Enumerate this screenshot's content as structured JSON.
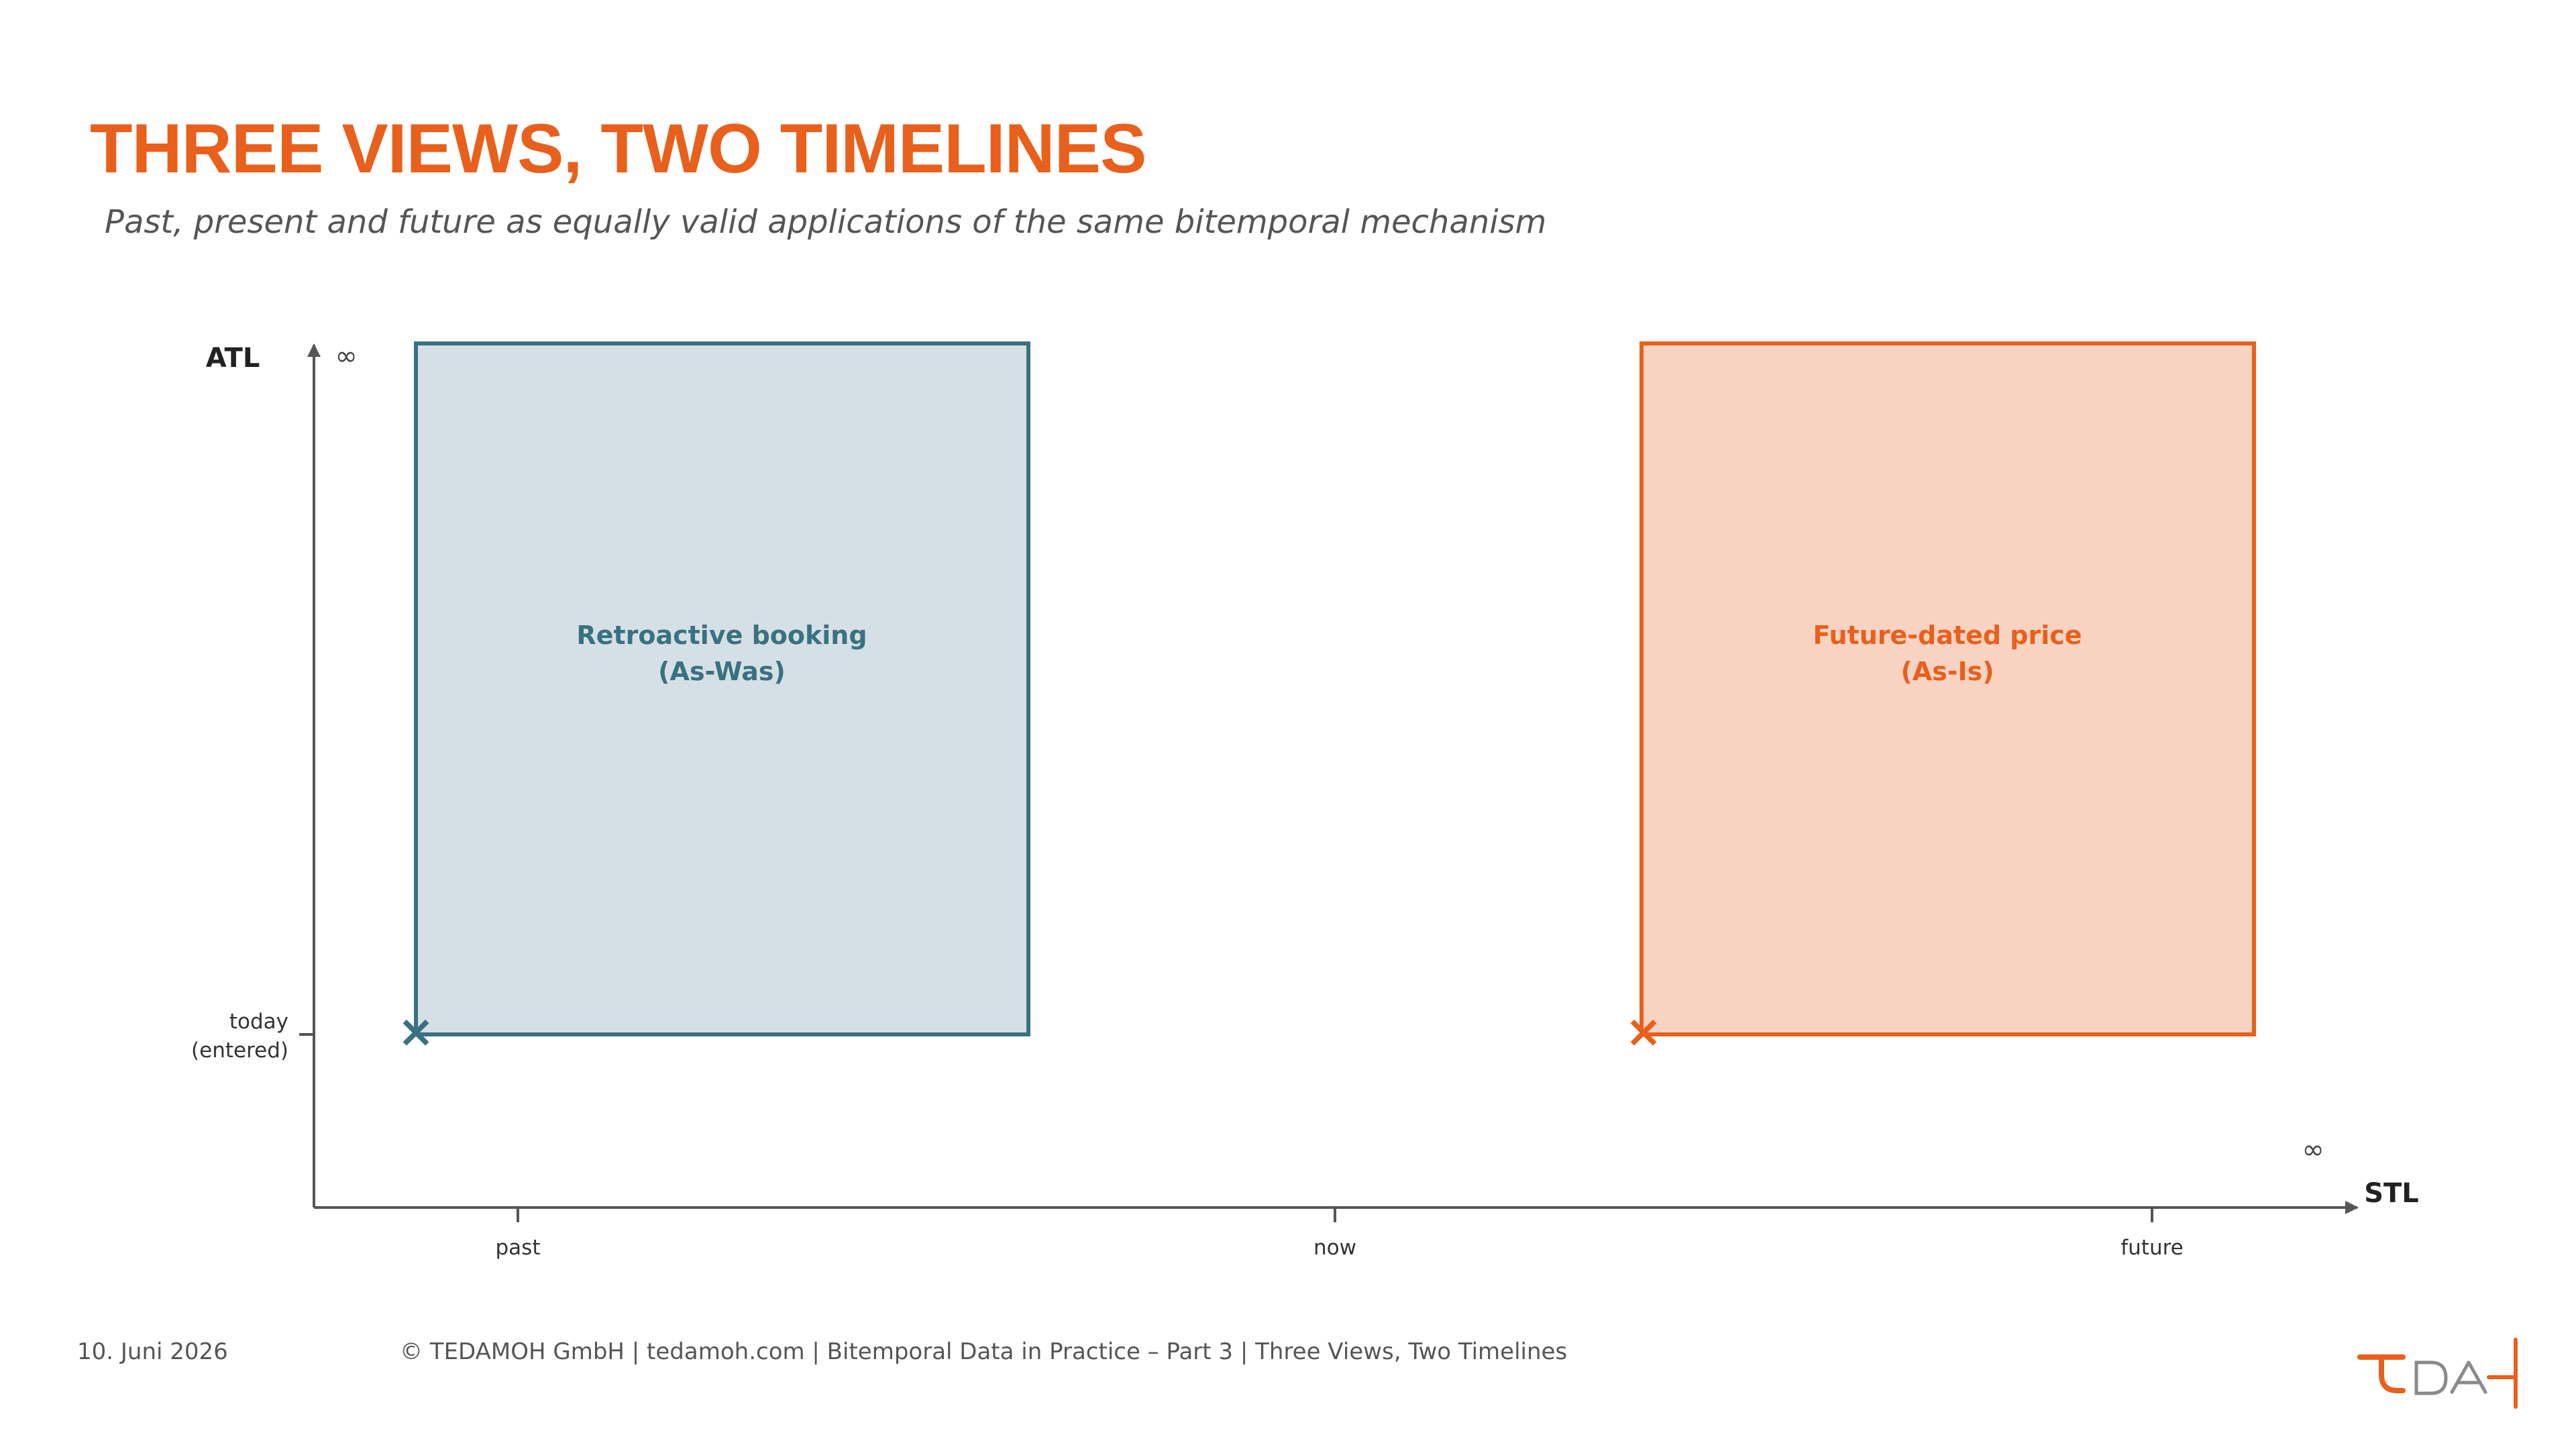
{
  "slide": {
    "title": "THREE VIEWS, TWO TIMELINES",
    "subtitle": "Past, present and future as equally valid applications of the same bitemporal mechanism"
  },
  "diagram": {
    "y_axis_label": "ATL",
    "x_axis_label": "STL",
    "y_infinity_symbol": "∞",
    "x_infinity_symbol": "∞",
    "y_tick": {
      "line1": "today",
      "line2": "(entered)"
    },
    "x_ticks": [
      "past",
      "now",
      "future"
    ],
    "boxes": [
      {
        "line1": "Retroactive booking",
        "line2": "(As-Was)",
        "fill": "#d5e0e6",
        "stroke": "#3a7181",
        "text_color": "#3a7181",
        "marker": "×"
      },
      {
        "line1": "Future-dated price",
        "line2": "(As-Is)",
        "fill": "#f9d3c2",
        "stroke": "#e8601c",
        "text_color": "#e8601c",
        "marker": "×"
      }
    ]
  },
  "footer": {
    "date": "10. Juni 2026",
    "info": "© TEDAMOH GmbH  |  tedamoh.com  |  Bitemporal Data in Practice – Part 3  |  Three Views, Two Timelines"
  },
  "colors": {
    "title": "#e8601c",
    "subtitle": "#555555",
    "axis": "#555555",
    "logo_orange": "#e8601c",
    "logo_gray": "#8a8a8a"
  },
  "logo": {
    "name": "tedamoh-logo-icon"
  }
}
